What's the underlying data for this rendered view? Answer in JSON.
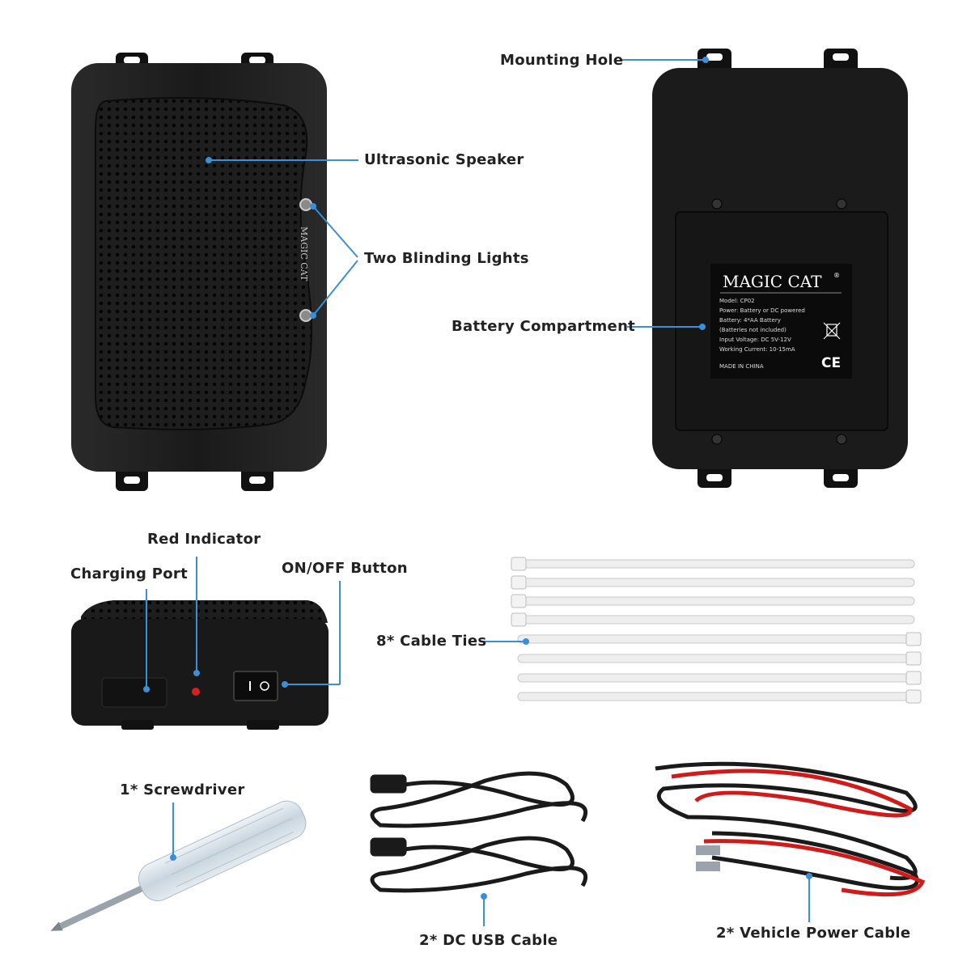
{
  "labels": {
    "mounting_hole": "Mounting Hole",
    "ultrasonic_speaker": "Ultrasonic Speaker",
    "two_blinding_lights": "Two Blinding Lights",
    "battery_compartment": "Battery Compartment",
    "red_indicator": "Red Indicator",
    "charging_port": "Charging Port",
    "on_off_button": "ON/OFF Button",
    "cable_ties": "8* Cable Ties",
    "screwdriver": "1* Screwdriver",
    "dc_usb_cable": "2* DC USB Cable",
    "vehicle_power_cable": "2* Vehicle Power Cable"
  },
  "device": {
    "brand": "MAGIC CAT",
    "plate_title": "MAGIC CAT",
    "plate_lines": [
      "Model: CP02",
      "Power: Battery or DC powered",
      "Battery: 4*AA Battery",
      "(Batteries not included)",
      "Input Voltage: DC 5V-12V",
      "Working Current: 10-15mA"
    ],
    "plate_origin": "MADE IN CHINA",
    "plate_ce": "CE"
  },
  "colors": {
    "leader": "#3a8fd6",
    "device": "#1c1c1c",
    "indicator": "#d42020",
    "cable_red": "#d11a1a"
  }
}
